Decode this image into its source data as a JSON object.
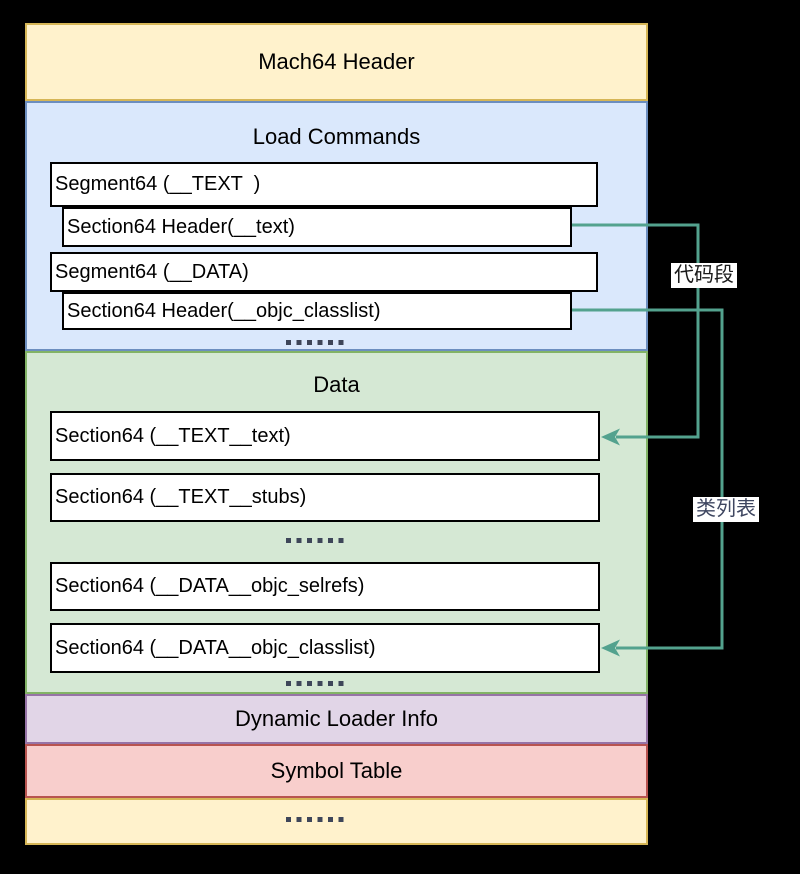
{
  "colors": {
    "background": "#000000",
    "outer_fill": "#FFF2CC",
    "outer_border": "#D6B656",
    "load_commands_fill": "#DAE8FC",
    "load_commands_border": "#6C8EBF",
    "data_fill": "#D5E8D4",
    "data_border": "#82B366",
    "dyld_fill": "#E1D5E7",
    "dyld_border": "#9673A6",
    "symtab_fill": "#F8CECC",
    "symtab_border": "#B85450",
    "box_fill": "#FFFFFF",
    "box_border": "#000000",
    "arrow": "#53A28E",
    "dots": "#3E4659"
  },
  "sections": {
    "header": {
      "label": "Mach64 Header"
    },
    "load_commands": {
      "title": "Load Commands",
      "boxes": [
        {
          "label": "Segment64 (__TEXT  )"
        },
        {
          "label": "Section64 Header(__text)"
        },
        {
          "label": "Segment64 (__DATA)"
        },
        {
          "label": "Section64 Header(__objc_classlist)"
        }
      ],
      "ellipsis": "......"
    },
    "data": {
      "title": "Data",
      "boxes": [
        {
          "label": "Section64 (__TEXT__text)"
        },
        {
          "label": "Section64 (__TEXT__stubs)"
        },
        {
          "label": "Section64 (__DATA__objc_selrefs)"
        },
        {
          "label": "Section64 (__DATA__objc_classlist)"
        }
      ],
      "ellipsis_mid": "......",
      "ellipsis_end": "......"
    },
    "dynamic_loader_info": {
      "label": "Dynamic Loader Info"
    },
    "symbol_table": {
      "label": "Symbol Table"
    },
    "footer": {
      "ellipsis": "......"
    }
  },
  "annotations": [
    {
      "label": "代码段",
      "color": "#1A1A1A",
      "from": "Section64 Header(__text)",
      "to": "Section64 (__TEXT__text)"
    },
    {
      "label": "类列表",
      "color": "#3E4660",
      "from": "Section64 Header(__objc_classlist)",
      "to": "Section64 (__DATA__objc_classlist)"
    }
  ]
}
